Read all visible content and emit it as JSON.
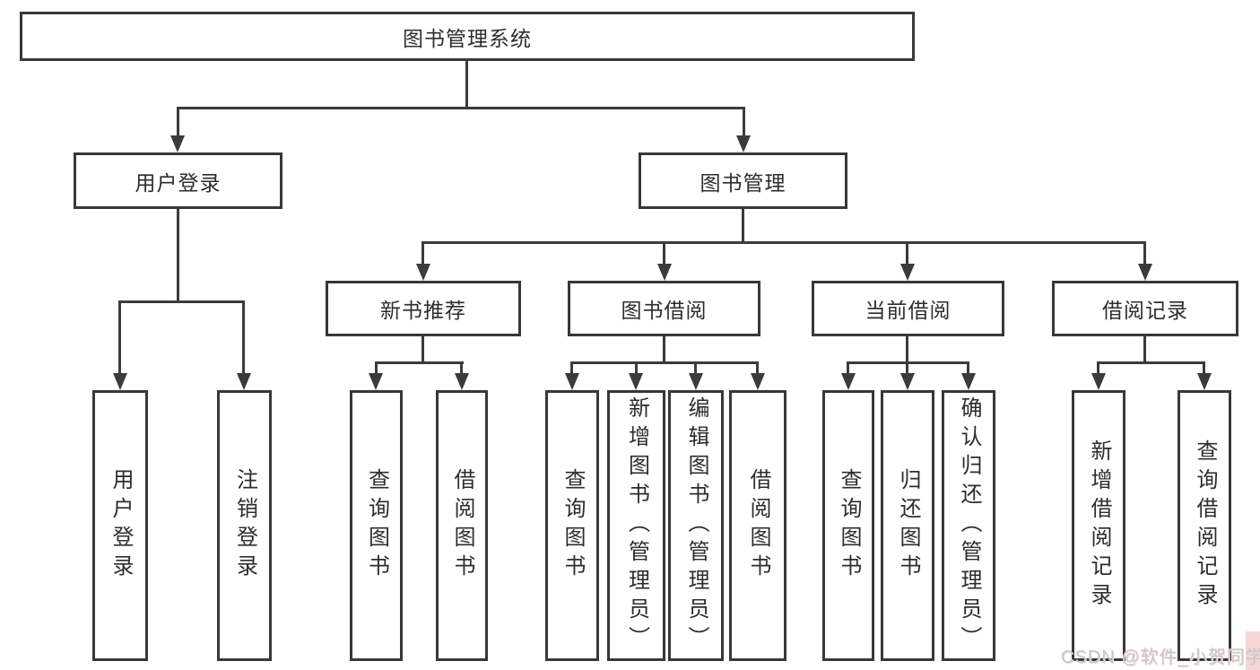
{
  "colors": {
    "line": "#3b3b3b",
    "border": "#383838",
    "text": "#2d2d2d",
    "watermark_text": "#c8c8c8",
    "watermark_corner": "#f5d6d6",
    "background": "#ffffff"
  },
  "tree": {
    "label": "图书管理系统",
    "children": [
      {
        "label": "用户登录",
        "children": [
          {
            "label": "用户登录"
          },
          {
            "label": "注销登录"
          }
        ]
      },
      {
        "label": "图书管理",
        "children": [
          {
            "label": "新书推荐",
            "children": [
              {
                "label": "查询图书"
              },
              {
                "label": "借阅图书"
              }
            ]
          },
          {
            "label": "图书借阅",
            "children": [
              {
                "label": "查询图书"
              },
              {
                "label": "新增图书（管理员）"
              },
              {
                "label": "编辑图书（管理员）"
              },
              {
                "label": "借阅图书"
              }
            ]
          },
          {
            "label": "当前借阅",
            "children": [
              {
                "label": "查询图书"
              },
              {
                "label": "归还图书"
              },
              {
                "label": "确认归还（管理员）"
              }
            ]
          },
          {
            "label": "借阅记录",
            "children": [
              {
                "label": "新增借阅记录"
              },
              {
                "label": "查询借阅记录"
              }
            ]
          }
        ]
      }
    ]
  },
  "watermark": {
    "text": "CSDN @软件_小贺同学"
  }
}
